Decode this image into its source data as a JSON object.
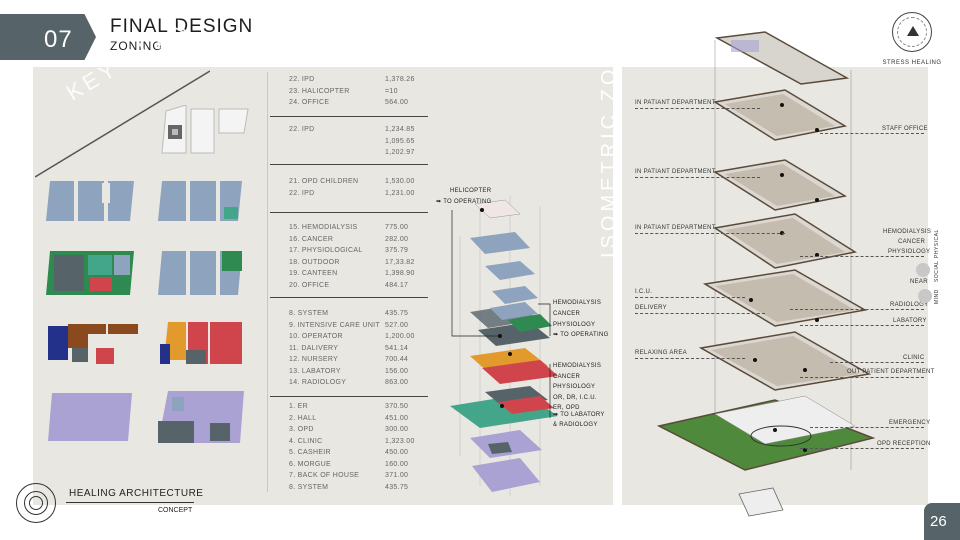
{
  "header": {
    "section_number": "07",
    "title": "FINAL  DESIGN",
    "subtitle": "ZONING"
  },
  "logo": {
    "caption": "STRESS HEALING"
  },
  "key_plan": {
    "label": "KEY PLAN"
  },
  "isometric": {
    "label": "ISOMETRIC  ZONING"
  },
  "area_table": {
    "groups": [
      {
        "rows": [
          {
            "name": "22. IPD",
            "value": "1,378.26"
          },
          {
            "name": "23. HALICOPTER",
            "value": "=10"
          },
          {
            "name": "24. OFFICE",
            "value": "564.00"
          }
        ]
      },
      {
        "rows": [
          {
            "name": "22. IPD",
            "value": "1,234.85"
          },
          {
            "name": "",
            "value": "1,095.65"
          },
          {
            "name": "",
            "value": "1,202.97"
          }
        ]
      },
      {
        "rows": [
          {
            "name": "21. OPD CHILDREN",
            "value": "1,530.00"
          },
          {
            "name": "22. IPD",
            "value": "1,231.00"
          }
        ]
      },
      {
        "rows": [
          {
            "name": "15. HEMODIALYSIS",
            "value": "775.00"
          },
          {
            "name": "16. CANCER",
            "value": "282.00"
          },
          {
            "name": "17. PHYSIOLOGICAL",
            "value": "375.79"
          },
          {
            "name": "18. OUTDOOR",
            "value": "17,33.82"
          },
          {
            "name": "19. CANTEEN",
            "value": "1,398.90"
          },
          {
            "name": "20. OFFICE",
            "value": "484.17"
          }
        ]
      },
      {
        "rows": [
          {
            "name": "8.  SYSTEM",
            "value": "435.75"
          },
          {
            "name": "9.  INTENSIVE CARE UNIT",
            "value": "527.00"
          },
          {
            "name": "10. OPERATOR",
            "value": "1,200.00"
          },
          {
            "name": "11. DALIVERY",
            "value": "541.14"
          },
          {
            "name": "12. NURSERY",
            "value": "700.44"
          },
          {
            "name": "13. LABATORY",
            "value": "156.00"
          },
          {
            "name": "14. RADIOLOGY",
            "value": "863.00"
          }
        ]
      },
      {
        "rows": [
          {
            "name": "1.  ER",
            "value": "370.50"
          },
          {
            "name": "2.  HALL",
            "value": "451.00"
          },
          {
            "name": "3.  OPD",
            "value": "300.00"
          },
          {
            "name": "4.  CLINIC",
            "value": "1,323.00"
          },
          {
            "name": "5.  CASHEIR",
            "value": "450.00"
          },
          {
            "name": "6.  MORGUE",
            "value": "160.00"
          },
          {
            "name": "7.  BACK OF HOUSE",
            "value": "371.00"
          },
          {
            "name": "8.  SYSTEM",
            "value": "435.75"
          }
        ]
      }
    ]
  },
  "middle_tags": {
    "helicopter": "HELICOPTER",
    "to_operating_top": "TO OPERATING",
    "group1": [
      "HEMODIALYSIS",
      "CANCER",
      "PHYSIOLOGY"
    ],
    "to_operating": "TO OPERATING",
    "group2": [
      "HEMODIALYSIS",
      "CANCER",
      "PHYSIOLOGY",
      "OR, DR, I.C.U.",
      "ER, OPD"
    ],
    "to_labatory": "TO LABATORY",
    "and_radiology": "& RADIOLOGY"
  },
  "right_labels_left": [
    "IN PATIANT DEPARTMENT",
    "IN PATIANT DEPARTMENT",
    "IN PATIANT DEPARTMENT",
    "I.C.U.",
    "DELIVERY",
    "RELAXING AREA"
  ],
  "right_labels_right": [
    "STAFF OFFICE",
    "HEMODIALYSIS",
    "CANCER",
    "PHYSIOLOGY",
    "NEAR",
    "RADIOLOGY",
    "LABATORY",
    "CLINIC",
    "OUT PATIENT DEPARTMENT",
    "EMERGENCY",
    "OPD RECEPTION"
  ],
  "side_legend": [
    "PHYSICAL",
    "SOCIAL",
    "MIND"
  ],
  "footer": {
    "title": "HEALING ARCHITECTURE",
    "subtitle": "CONCEPT",
    "page_number": "26"
  },
  "colors": {
    "accent": "#56646a",
    "panel": "#e9e7e2",
    "zone_blue": "#8ea3bd",
    "zone_green": "#2f8a52",
    "zone_teal": "#43a58a",
    "zone_red": "#d0454c",
    "zone_orange": "#e39a2c",
    "zone_purple": "#a9a2d3",
    "zone_brown": "#8a4a1e",
    "zone_navy": "#23318a",
    "ground_green": "#4f8a3c"
  }
}
